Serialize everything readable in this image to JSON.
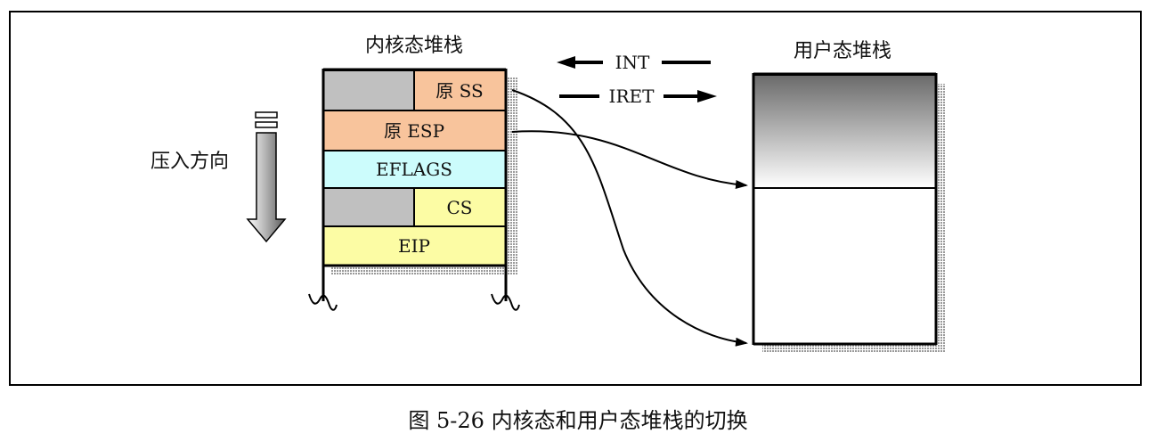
{
  "kernel_stack": {
    "title": "内核态堆栈",
    "cells": {
      "ss": "原 SS",
      "esp": "原 ESP",
      "eflags": "EFLAGS",
      "cs": "CS",
      "eip": "EIP"
    }
  },
  "user_stack": {
    "title": "用户态堆栈"
  },
  "push_direction": {
    "label": "压入方向"
  },
  "arrows": {
    "int_label": "INT",
    "iret_label": "IRET"
  },
  "caption": "图 5-26 内核态和用户态堆栈的切换",
  "colors": {
    "gray_cell": "#c0c0c0",
    "orange_cell": "#f8c49c",
    "cyan_cell": "#ccfcfc",
    "yellow_cell": "#fcfca4",
    "shadow": "#b8b8b8"
  }
}
